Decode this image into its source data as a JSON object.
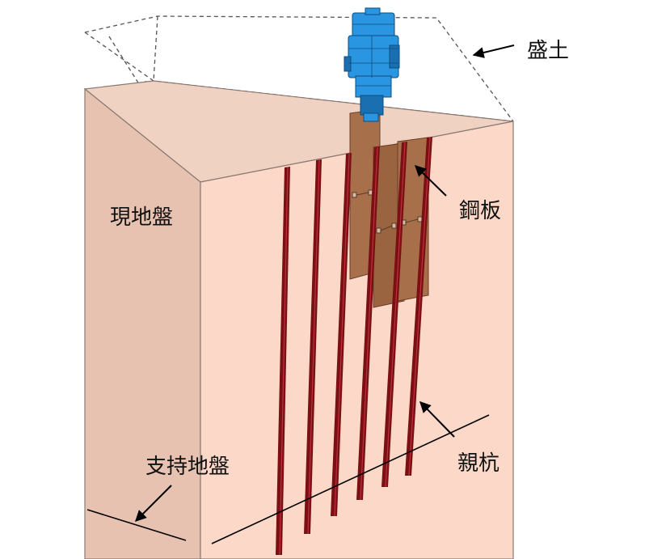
{
  "labels": {
    "embankment": "盛土",
    "existing_ground": "現地盤",
    "steel_plate": "鋼板",
    "main_pile": "親杭",
    "bearing_stratum": "支持地盤"
  },
  "colors": {
    "ground_top": "#f0d2c3",
    "ground_left": "#e8c2b1",
    "ground_front": "#fbd8c8",
    "edge": "#8a7a72",
    "pile": "#7a0f14",
    "pile_highlight": "#c0303a",
    "steel_plate": "#a8704a",
    "steel_plate_dark": "#8a5637",
    "machine": "#2a95e0",
    "machine_dark": "#1a6fb0",
    "arrow": "#000000"
  }
}
